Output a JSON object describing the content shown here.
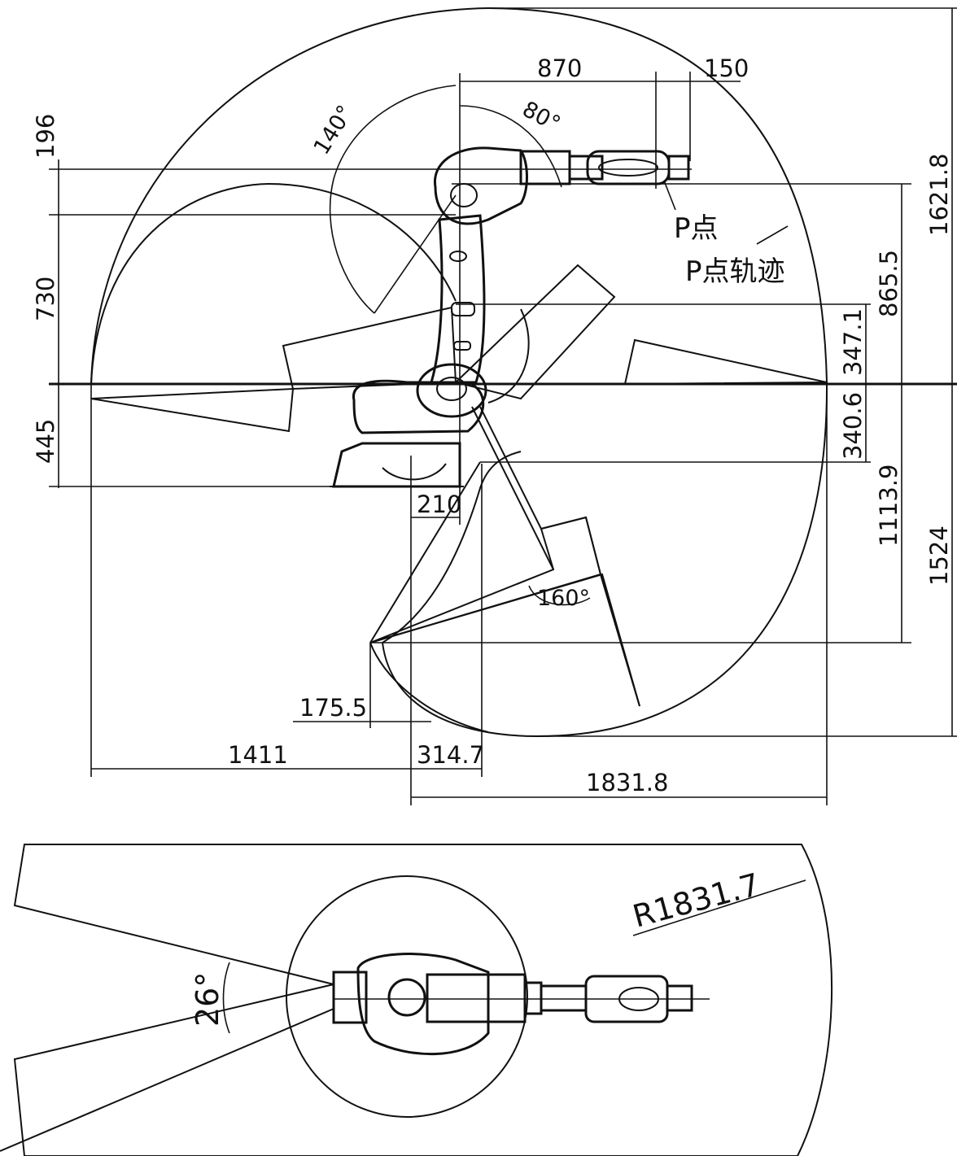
{
  "side_view": {
    "dims": {
      "d870": "870",
      "d150": "150",
      "d196": "196",
      "d730": "730",
      "d445": "445",
      "d210": "210",
      "d1621_8": "1621.8",
      "d865_5": "865.5",
      "d347_1": "347.1",
      "d340_6": "340.6",
      "d1113_9": "1113.9",
      "d1524": "1524",
      "d175_5": "175.5",
      "d1411": "1411",
      "d314_7": "314.7",
      "d1831_8": "1831.8"
    },
    "angles": {
      "a80": "80°",
      "a140": "140°",
      "a160": "160°"
    },
    "labels": {
      "p_point": "P点",
      "p_trajectory": "P点轨迹"
    }
  },
  "top_view": {
    "radius_label": "R1831.7",
    "angle_label": "26°"
  }
}
